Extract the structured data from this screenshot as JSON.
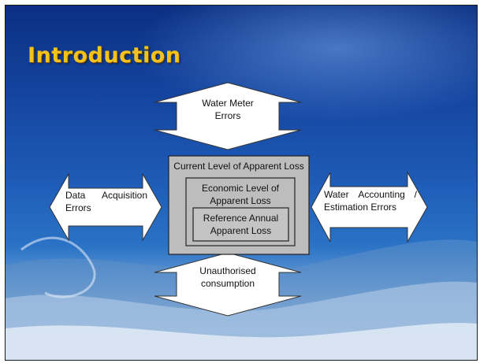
{
  "slide": {
    "title": "Introduction"
  },
  "diagram": {
    "top_arrow": {
      "line1": "Water Meter",
      "line2": "Errors"
    },
    "left_arrow": {
      "word1": "Data",
      "word2": "Acquisition",
      "line2": "Errors"
    },
    "right_arrow": {
      "word1": "Water",
      "word2": "Accounting",
      "word3": "/",
      "line2": "Estimation Errors"
    },
    "bottom_arrow": {
      "line1": "Unauthorised",
      "line2": "consumption"
    },
    "outer_box": {
      "label": "Current Level of Apparent Loss"
    },
    "middle_box": {
      "line1": "Economic Level of",
      "line2": "Apparent Loss"
    },
    "inner_box": {
      "line1": "Reference Annual",
      "line2": "Apparent Loss"
    }
  },
  "colors": {
    "title": "#f4c21c",
    "arrow_fill": "#ffffff",
    "box_fill": "#bdbdbd",
    "box_border": "#222222"
  }
}
